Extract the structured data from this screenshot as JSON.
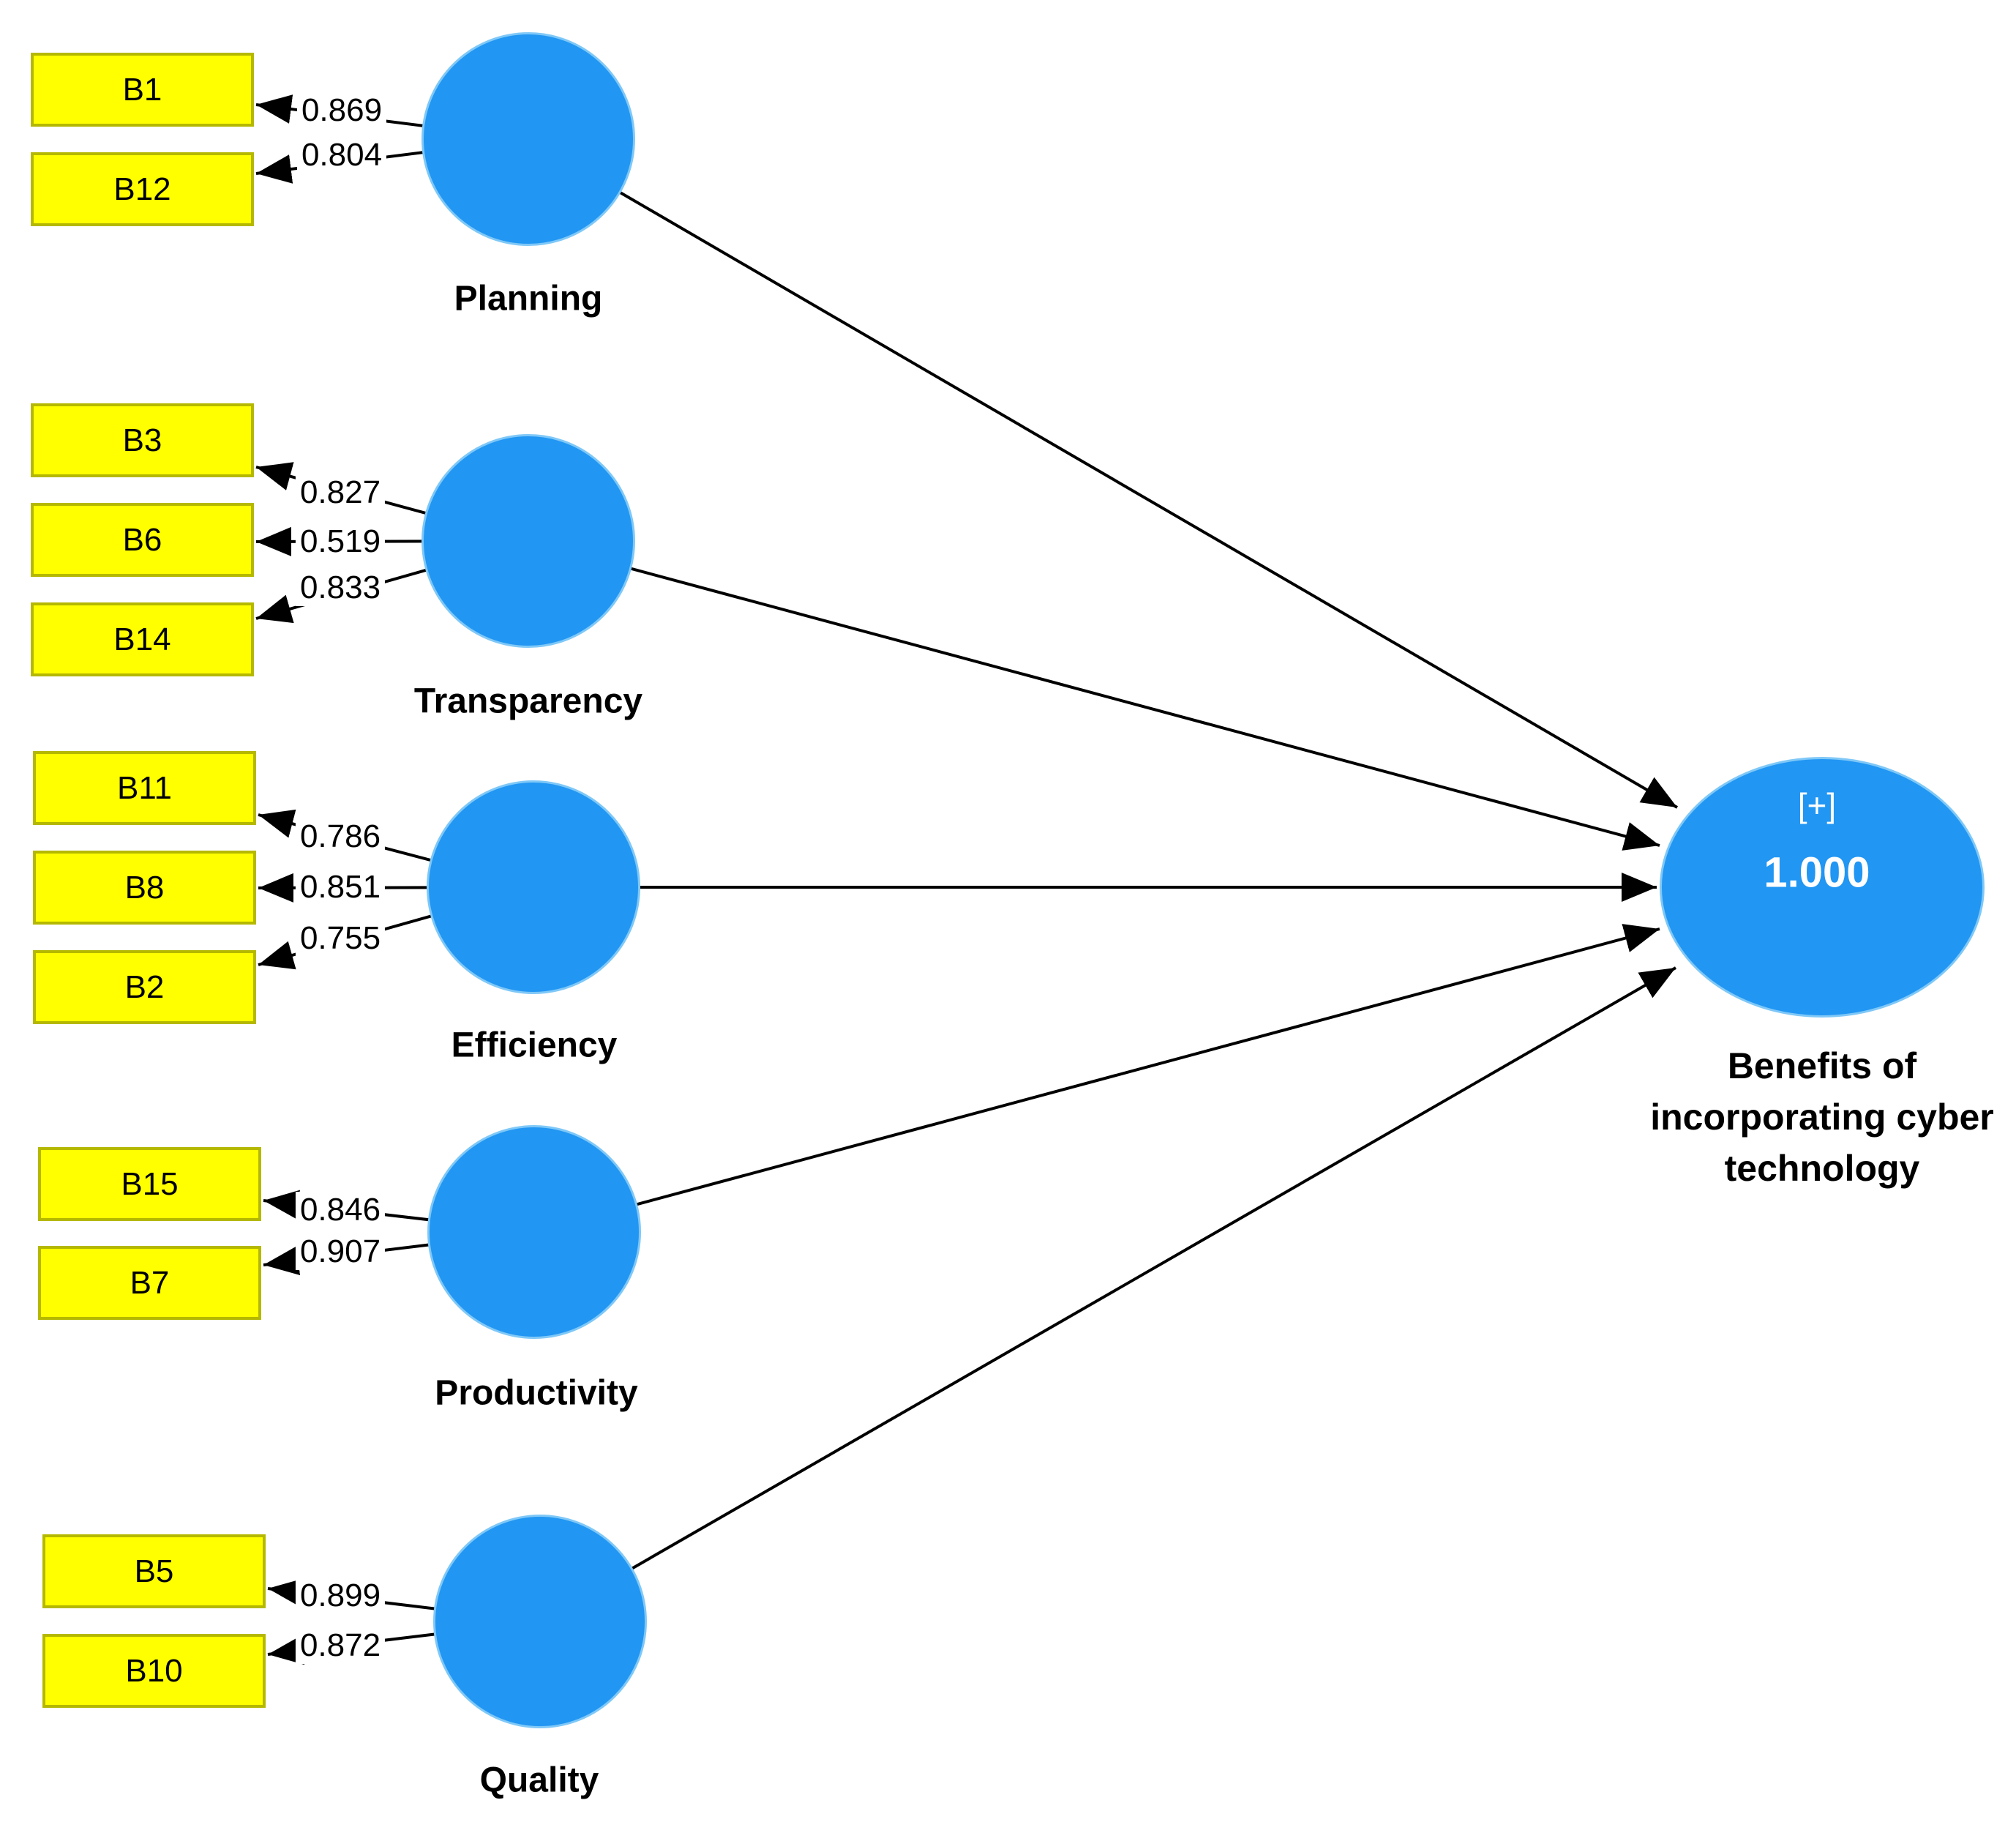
{
  "diagram": {
    "constructs": [
      {
        "name": "Planning",
        "indicators": [
          {
            "id": "B1",
            "loading": "0.869"
          },
          {
            "id": "B12",
            "loading": "0.804"
          }
        ]
      },
      {
        "name": "Transparency",
        "indicators": [
          {
            "id": "B3",
            "loading": "0.827"
          },
          {
            "id": "B6",
            "loading": "0.519"
          },
          {
            "id": "B14",
            "loading": "0.833"
          }
        ]
      },
      {
        "name": "Efficiency",
        "indicators": [
          {
            "id": "B11",
            "loading": "0.786"
          },
          {
            "id": "B8",
            "loading": "0.851"
          },
          {
            "id": "B2",
            "loading": "0.755"
          }
        ]
      },
      {
        "name": "Productivity",
        "indicators": [
          {
            "id": "B15",
            "loading": "0.846"
          },
          {
            "id": "B7",
            "loading": "0.907"
          }
        ]
      },
      {
        "name": "Quality",
        "indicators": [
          {
            "id": "B5",
            "loading": "0.899"
          },
          {
            "id": "B10",
            "loading": "0.872"
          }
        ]
      }
    ],
    "target": {
      "expand_symbol": "[+]",
      "r_squared": "1.000",
      "label_lines": [
        "Benefits of",
        "incorporating cyber",
        "technology"
      ]
    },
    "colors": {
      "construct_fill": "#2196f3",
      "construct_rim": "#7fc8f7",
      "indicator_fill": "#ffff00",
      "indicator_border": "#b5b800",
      "connector": "#000000",
      "value_text_on_node": "#ffffff"
    }
  }
}
